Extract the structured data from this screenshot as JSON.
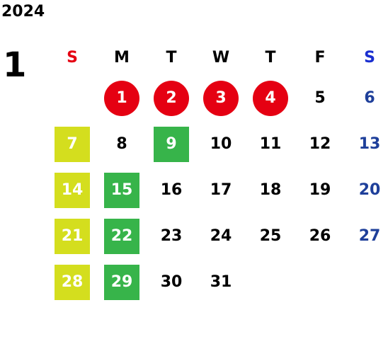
{
  "calendar": {
    "year": "2024",
    "month": "1",
    "weekdays": [
      {
        "label": "S",
        "color": "#e50012"
      },
      {
        "label": "M",
        "color": "#000000"
      },
      {
        "label": "T",
        "color": "#000000"
      },
      {
        "label": "W",
        "color": "#000000"
      },
      {
        "label": "T",
        "color": "#000000"
      },
      {
        "label": "F",
        "color": "#000000"
      },
      {
        "label": "S",
        "color": "#1a2fd0"
      }
    ],
    "start_weekday": 1,
    "days_in_month": 31,
    "highlighted_days": {
      "red_circle": [
        1,
        2,
        3,
        4
      ],
      "yellow_square": [
        7,
        14,
        21,
        28
      ],
      "green_square": [
        9,
        15,
        22,
        29
      ]
    },
    "colors": {
      "red": "#e50012",
      "yellow": "#d4de1e",
      "green": "#37b44a",
      "saturday_blue": "#1e3f9a",
      "text": "#000000"
    }
  }
}
